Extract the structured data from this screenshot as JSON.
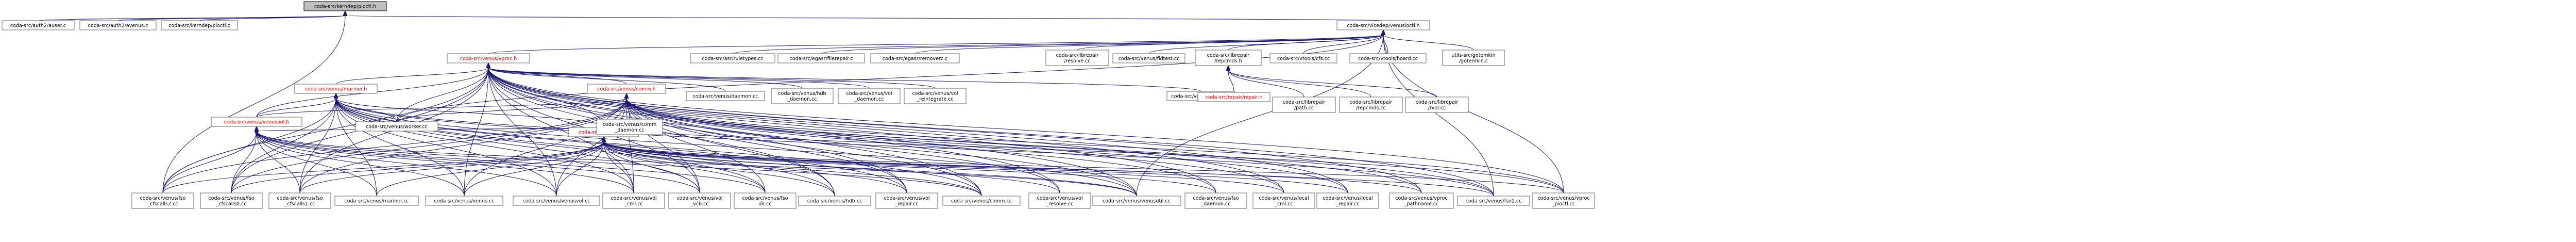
{
  "graph": {
    "title": "",
    "nodes": {
      "root": {
        "lines": [
          "coda-src/kerndep/pioctl.h"
        ],
        "root": true
      },
      "auth2user": {
        "lines": [
          "coda-src/auth2/auser.c"
        ]
      },
      "auth2avenus": {
        "lines": [
          "coda-src/auth2/avenus.c"
        ]
      },
      "kernpioctl": {
        "lines": [
          "coda-src/kerndep/pioctl.c"
        ]
      },
      "venusioctl": {
        "lines": [
          "coda-src/vicedep/venusioctl.h"
        ]
      },
      "vproc": {
        "lines": [
          "coda-src/venus/vproc.h"
        ],
        "red": true
      },
      "mariner": {
        "lines": [
          "coda-src/venus/mariner.h"
        ],
        "red": true
      },
      "comm": {
        "lines": [
          "coda-src/venus/comm.h"
        ],
        "red": true
      },
      "venusvolh": {
        "lines": [
          "coda-src/venus/venusvol.h"
        ],
        "red": true
      },
      "fsoh": {
        "lines": [
          "coda-src/venus/fso.h"
        ],
        "red": true
      },
      "repcmds": {
        "lines": [
          "coda-src/librepair",
          "/repcmds.h"
        ]
      },
      "asrruletypes": {
        "lines": [
          "coda-src/asr/ruletypes.cc"
        ]
      },
      "egasrfilerepair": {
        "lines": [
          "coda-src/egasr/filerepair.c"
        ]
      },
      "egasrremoverc": {
        "lines": [
          "coda-src/egasr/removerc.c"
        ]
      },
      "librepresolve": {
        "lines": [
          "coda-src/librepair",
          "/resolve.cc"
        ]
      },
      "fidtest": {
        "lines": [
          "coda-src/venus/fidtest.cc"
        ]
      },
      "ctlvfs": {
        "lines": [
          "coda-src/vtools/cfs.cc"
        ]
      },
      "ctlhoard": {
        "lines": [
          "coda-src/vtools/hoard.cc"
        ]
      },
      "gotemkin": {
        "lines": [
          "utils-src/gotemkin",
          "/gotemkin.c"
        ]
      },
      "worker": {
        "lines": [
          "coda-src/venus/worker.cc"
        ]
      },
      "daemon": {
        "lines": [
          "coda-src/venus/daemon.cc"
        ]
      },
      "hdbdaemon": {
        "lines": [
          "coda-src/venus/hdb",
          "_daemon.cc"
        ]
      },
      "voldaemon": {
        "lines": [
          "coda-src/venus/vol",
          "_daemon.cc"
        ]
      },
      "volreint": {
        "lines": [
          "coda-src/venus/vol",
          "_reintegrate.cc"
        ]
      },
      "vprocc": {
        "lines": [
          "coda-src/venus/vproc.cc"
        ]
      },
      "commdaemon": {
        "lines": [
          "coda-src/venus/comm",
          "_daemon.cc"
        ]
      },
      "repair": {
        "lines": [
          "coda-src/repair/repair.h"
        ],
        "red": true
      },
      "librpath": {
        "lines": [
          "coda-src/librepair",
          "/path.cc"
        ]
      },
      "librrepcmds": {
        "lines": [
          "coda-src/librepair",
          "/repcmds.cc"
        ]
      },
      "librrvol": {
        "lines": [
          "coda-src/librepair",
          "/rvol.cc"
        ]
      },
      "cfscalls2": {
        "lines": [
          "coda-src/venus/fso",
          "_cfscalls2.cc"
        ]
      },
      "cfscalls0": {
        "lines": [
          "coda-src/venus/fso",
          "_cfscalls0.cc"
        ]
      },
      "cfscalls1": {
        "lines": [
          "coda-src/venus/fso",
          "_cfscalls1.cc"
        ]
      },
      "marinercc": {
        "lines": [
          "coda-src/venus/mariner.cc"
        ]
      },
      "venuscc": {
        "lines": [
          "coda-src/venus/venus.cc"
        ]
      },
      "venusvolcc": {
        "lines": [
          "coda-src/venus/venusvol.cc"
        ]
      },
      "volcml": {
        "lines": [
          "coda-src/venus/vol",
          "_cml.cc"
        ]
      },
      "volvcb": {
        "lines": [
          "coda-src/venus/vol",
          "_vcb.cc"
        ]
      },
      "fsodir": {
        "lines": [
          "coda-src/venus/fso",
          "dir.cc"
        ]
      },
      "hdbcc": {
        "lines": [
          "coda-src/venus/hdb.cc"
        ]
      },
      "volrepair": {
        "lines": [
          "coda-src/venus/vol",
          "_repair.cc"
        ]
      },
      "commcc": {
        "lines": [
          "coda-src/venus/comm.cc"
        ]
      },
      "volresolve": {
        "lines": [
          "coda-src/venus/vol",
          "_resolve.cc"
        ]
      },
      "venusutil": {
        "lines": [
          "coda-src/venus/venusutil.cc"
        ]
      },
      "fsodaemon": {
        "lines": [
          "coda-src/venus/fso",
          "_daemon.cc"
        ]
      },
      "localcml": {
        "lines": [
          "coda-src/venus/local",
          "_cml.cc"
        ]
      },
      "localrepair": {
        "lines": [
          "coda-src/venus/local",
          "_repair.cc"
        ]
      },
      "pathname": {
        "lines": [
          "coda-src/venus/vproc",
          "_pathname.cc"
        ]
      },
      "fso1": {
        "lines": [
          "coda-src/venus/fso1.cc"
        ]
      },
      "vprocpioctl": {
        "lines": [
          "coda-src/venus/vproc",
          "_pioctl.cc"
        ]
      }
    }
  }
}
